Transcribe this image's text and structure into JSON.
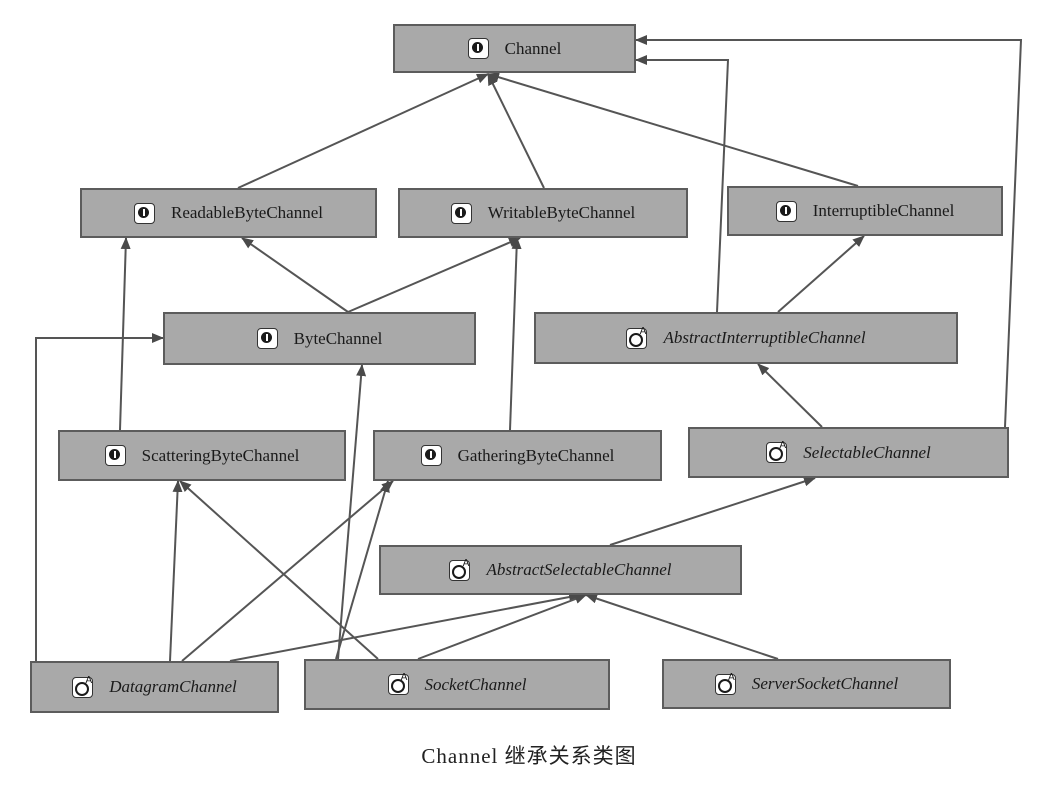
{
  "nodes": {
    "channel": {
      "label": "Channel",
      "kind": "interface"
    },
    "readable": {
      "label": "ReadableByteChannel",
      "kind": "interface"
    },
    "writable": {
      "label": "WritableByteChannel",
      "kind": "interface"
    },
    "interruptible": {
      "label": "InterruptibleChannel",
      "kind": "interface"
    },
    "byte": {
      "label": "ByteChannel",
      "kind": "interface"
    },
    "abstract_interruptible": {
      "label": "AbstractInterruptibleChannel",
      "kind": "abstract"
    },
    "scattering": {
      "label": "ScatteringByteChannel",
      "kind": "interface"
    },
    "gathering": {
      "label": "GatheringByteChannel",
      "kind": "interface"
    },
    "selectable": {
      "label": "SelectableChannel",
      "kind": "abstract"
    },
    "abstract_selectable": {
      "label": "AbstractSelectableChannel",
      "kind": "abstract"
    },
    "datagram": {
      "label": "DatagramChannel",
      "kind": "abstract"
    },
    "socket": {
      "label": "SocketChannel",
      "kind": "abstract"
    },
    "server_socket": {
      "label": "ServerSocketChannel",
      "kind": "abstract"
    }
  },
  "edges": [
    [
      "readable",
      "channel"
    ],
    [
      "writable",
      "channel"
    ],
    [
      "interruptible",
      "channel"
    ],
    [
      "byte",
      "readable"
    ],
    [
      "byte",
      "writable"
    ],
    [
      "scattering",
      "readable"
    ],
    [
      "gathering",
      "writable"
    ],
    [
      "abstract_interruptible",
      "interruptible"
    ],
    [
      "abstract_interruptible",
      "channel"
    ],
    [
      "selectable",
      "abstract_interruptible"
    ],
    [
      "selectable",
      "channel"
    ],
    [
      "abstract_selectable",
      "selectable"
    ],
    [
      "datagram",
      "byte"
    ],
    [
      "datagram",
      "scattering"
    ],
    [
      "datagram",
      "gathering"
    ],
    [
      "datagram",
      "abstract_selectable"
    ],
    [
      "socket",
      "byte"
    ],
    [
      "socket",
      "scattering"
    ],
    [
      "socket",
      "gathering"
    ],
    [
      "socket",
      "abstract_selectable"
    ],
    [
      "server_socket",
      "abstract_selectable"
    ]
  ],
  "caption": "Channel 继承关系类图"
}
